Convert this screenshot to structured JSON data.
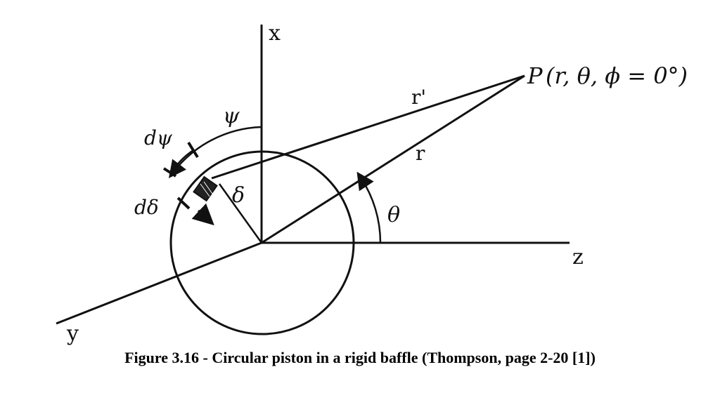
{
  "labels": {
    "x_axis": "x",
    "y_axis": "y",
    "z_axis": "z",
    "r_prime": "r'",
    "r": "r",
    "theta": "θ",
    "psi": "ψ",
    "d_psi": "dψ",
    "d_delta": "dδ",
    "delta": "δ",
    "point_P": "P",
    "point_P_args": "(r, θ, ϕ = 0°)"
  },
  "caption": "Figure 3.16 - Circular piston in a rigid baffle (Thompson, page 2-20 [1])"
}
